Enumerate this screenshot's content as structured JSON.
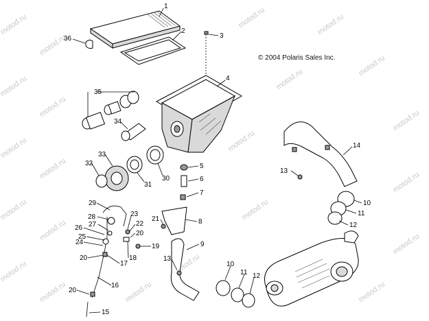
{
  "copyright": "© 2004 Polaris Sales Inc.",
  "watermark": "motod.ru",
  "callouts": [
    {
      "id": "c1",
      "text": "1"
    },
    {
      "id": "c2",
      "text": "2"
    },
    {
      "id": "c3",
      "text": "3"
    },
    {
      "id": "c4",
      "text": "4"
    },
    {
      "id": "c5",
      "text": "5"
    },
    {
      "id": "c6",
      "text": "6"
    },
    {
      "id": "c7",
      "text": "7"
    },
    {
      "id": "c8",
      "text": "8"
    },
    {
      "id": "c9",
      "text": "9"
    },
    {
      "id": "c10a",
      "text": "10"
    },
    {
      "id": "c10b",
      "text": "10"
    },
    {
      "id": "c11a",
      "text": "11"
    },
    {
      "id": "c11b",
      "text": "11"
    },
    {
      "id": "c12a",
      "text": "12"
    },
    {
      "id": "c12b",
      "text": "12"
    },
    {
      "id": "c13a",
      "text": "13"
    },
    {
      "id": "c13b",
      "text": "13"
    },
    {
      "id": "c14",
      "text": "14"
    },
    {
      "id": "c15",
      "text": "15"
    },
    {
      "id": "c16",
      "text": "16"
    },
    {
      "id": "c17",
      "text": "17"
    },
    {
      "id": "c18",
      "text": "18"
    },
    {
      "id": "c19",
      "text": "19"
    },
    {
      "id": "c20a",
      "text": "20"
    },
    {
      "id": "c20b",
      "text": "20"
    },
    {
      "id": "c20c",
      "text": "20"
    },
    {
      "id": "c21",
      "text": "21"
    },
    {
      "id": "c22",
      "text": "22"
    },
    {
      "id": "c23",
      "text": "23"
    },
    {
      "id": "c24",
      "text": "24"
    },
    {
      "id": "c25",
      "text": "25"
    },
    {
      "id": "c26",
      "text": "26"
    },
    {
      "id": "c27",
      "text": "27"
    },
    {
      "id": "c28",
      "text": "28"
    },
    {
      "id": "c29",
      "text": "29"
    },
    {
      "id": "c30",
      "text": "30"
    },
    {
      "id": "c31",
      "text": "31"
    },
    {
      "id": "c32",
      "text": "32"
    },
    {
      "id": "c33",
      "text": "33"
    },
    {
      "id": "c34",
      "text": "34"
    },
    {
      "id": "c35",
      "text": "35"
    },
    {
      "id": "c36",
      "text": "36"
    }
  ]
}
